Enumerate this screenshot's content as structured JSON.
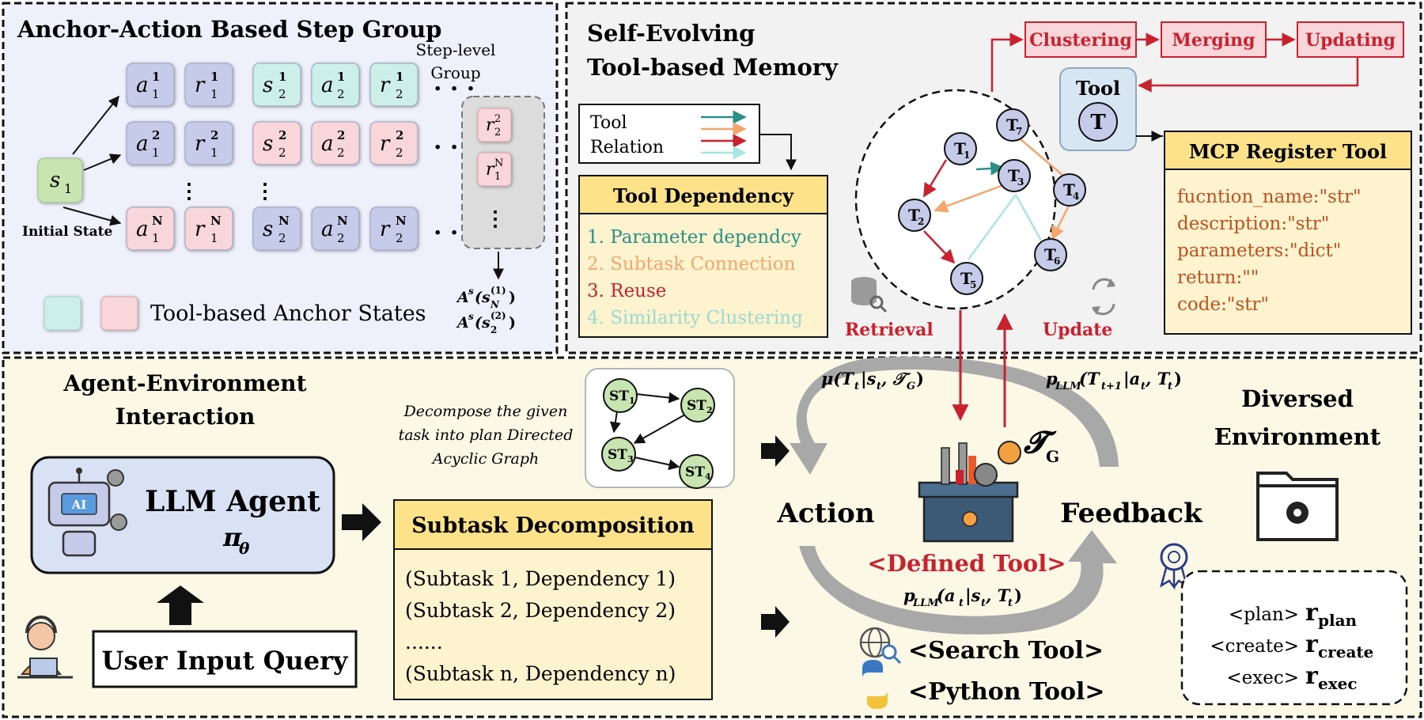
{
  "anchor_panel": {
    "title": "Anchor-Action Based Step Group",
    "state_s1": "s",
    "state_s1_sub": "1",
    "initial_state_label": "Initial State",
    "rows": [
      {
        "sup": "1",
        "items": [
          "a|1",
          "r|1",
          "s|2",
          "a|2",
          "r|2"
        ]
      },
      {
        "sup": "2",
        "items": [
          "a|1",
          "r|1",
          "s|2",
          "a|2",
          "r|2"
        ]
      },
      {
        "sup": "N",
        "items": [
          "a|1",
          "r|1",
          "s|2",
          "a|2",
          "r|2"
        ]
      }
    ],
    "ellipsis": ". . .",
    "step_group_title_1": "Step-level",
    "step_group_title_2": "Group",
    "group_r": "r",
    "group_r1_sub": "2",
    "group_r1_sup": "2",
    "group_r2_sub": "1",
    "group_r2_sup": "N",
    "advantage_1": "A",
    "advantage_1_sup": "s",
    "advantage_1_arg": "(s",
    "advantage_1_arg_sub": "N",
    "advantage_1_arg_sup": "(1)",
    "advantage_1_close": ")",
    "advantage_2": "A",
    "advantage_2_sup": "s",
    "advantage_2_arg": "(s",
    "advantage_2_arg_sub": "2",
    "advantage_2_arg_sup": "(2)",
    "advantage_2_close": ")",
    "legend_label": "Tool-based Anchor States"
  },
  "memory_panel": {
    "title_line1": "Self-Evolving",
    "title_line2": "Tool-based Memory",
    "relation_legend_1": "Tool",
    "relation_legend_2": "Relation",
    "dependency_title": "Tool Dependency",
    "dependencies": [
      "1. Parameter dependcy",
      "2. Subtask Connection",
      "3. Reuse",
      "4. Similarity Clustering"
    ],
    "pipeline": [
      "Clustering",
      "Merging",
      "Updating"
    ],
    "tool_label": "Tool",
    "tool_symbol": "T",
    "nodes": [
      {
        "label": "T",
        "sub": "1"
      },
      {
        "label": "T",
        "sub": "2"
      },
      {
        "label": "T",
        "sub": "3"
      },
      {
        "label": "T",
        "sub": "4"
      },
      {
        "label": "T",
        "sub": "5"
      },
      {
        "label": "T",
        "sub": "6"
      },
      {
        "label": "T",
        "sub": "7"
      }
    ],
    "retrieval_label": "Retrieval",
    "update_label": "Update",
    "mcp_title": "MCP Register Tool",
    "mcp_lines": [
      "fucntion_name:\"str\"",
      "description:\"str\"",
      "parameters:\"dict\"",
      "return:\"\"",
      "code:\"str\""
    ]
  },
  "interaction_panel": {
    "title_line1": "Agent-Environment",
    "title_line2": "Interaction",
    "llm_agent_label": "LLM Agent",
    "policy_symbol": "π",
    "policy_sub": "θ",
    "ai_label": "AI",
    "user_query_label": "User Input Query",
    "decompose_line1": "Decompose the given",
    "decompose_line2": "task into plan Directed",
    "decompose_line3": "Acyclic Graph",
    "dag_nodes": [
      {
        "label": "ST",
        "sub": "1"
      },
      {
        "label": "ST",
        "sub": "2"
      },
      {
        "label": "ST",
        "sub": "3"
      },
      {
        "label": "ST",
        "sub": "4"
      }
    ],
    "subtask_title": "Subtask Decomposition",
    "subtask_lines": [
      "(Subtask 1, Dependency 1)",
      "(Subtask 2, Dependency 2)",
      "......",
      "(Subtask n, Dependency n)"
    ],
    "mu_formula": "μ(T",
    "mu_formula_sub1": "t",
    "mu_formula_mid": "|s",
    "mu_formula_sub2": "t",
    "mu_formula_mid2": ", 𝒯",
    "mu_formula_sub3": "G",
    "mu_formula_end": ")",
    "p_update": "p",
    "p_update_sub": "LLM",
    "p_update_args": "(T",
    "p_update_args_sub": "t+1",
    "p_update_args_mid": "|a",
    "p_update_args_sub2": "t",
    "p_update_args_mid2": ", T",
    "p_update_args_sub3": "t",
    "p_update_args_end": ")",
    "action_label": "Action",
    "feedback_label": "Feedback",
    "tg_symbol": "𝓣",
    "tg_sub": "G",
    "defined_tool_label": "<Defined Tool>",
    "p_action": "p",
    "p_action_sub": "LLM",
    "p_action_args": "(a",
    "p_action_args_sub": "t",
    "p_action_args_mid": "|s",
    "p_action_args_sub2": "t",
    "p_action_args_mid2": ", T",
    "p_action_args_sub3": "t",
    "p_action_args_end": ")",
    "search_tool_label": "<Search Tool>",
    "python_tool_label": "<Python Tool>",
    "env_title_line1": "Diversed",
    "env_title_line2": "Environment",
    "rewards": [
      {
        "tag": "<plan>",
        "symbol": "r",
        "sub": "plan"
      },
      {
        "tag": "<create>",
        "symbol": "r",
        "sub": "create"
      },
      {
        "tag": "<exec>",
        "symbol": "r",
        "sub": "exec"
      }
    ]
  },
  "colors": {
    "panel_top_left_bg": "#eef0fb",
    "panel_top_right_bg": "#f2f2f2",
    "panel_bottom_bg": "#fbf8e6",
    "blue_box": "#c5cbe9",
    "cyan_box": "#ccefea",
    "pink_box": "#f8d6da",
    "green_node": "#c7e4b1",
    "yellow_header": "#fde28a",
    "yellow_body": "#fdf3cf",
    "red": "#c9212f",
    "teal": "#2a9086",
    "orange": "#f4a66d",
    "light_cyan": "#a9e6e2"
  }
}
